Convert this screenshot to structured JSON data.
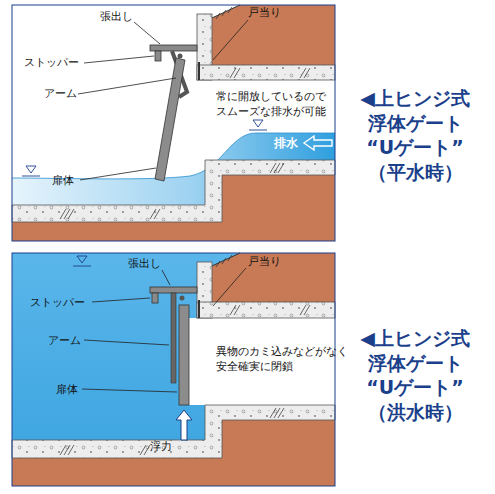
{
  "diagram": {
    "labels": [
      "張出し",
      "戸当り",
      "ストッパー",
      "アーム",
      "常に開放しているので スムーズな排水が可能",
      "扉体",
      "排水",
      "◀上ヒンジ式 浮体ゲート “Uゲート” （平水時）",
      "張出し",
      "戸当り",
      "ストッパー",
      "アーム",
      "異物のカミ込みなどがなく 安全確実に閉鎖",
      "扉体",
      "浮力",
      "◀上ヒンジ式 浮体ゲート “Uゲート” （洪水時）"
    ]
  }
}
